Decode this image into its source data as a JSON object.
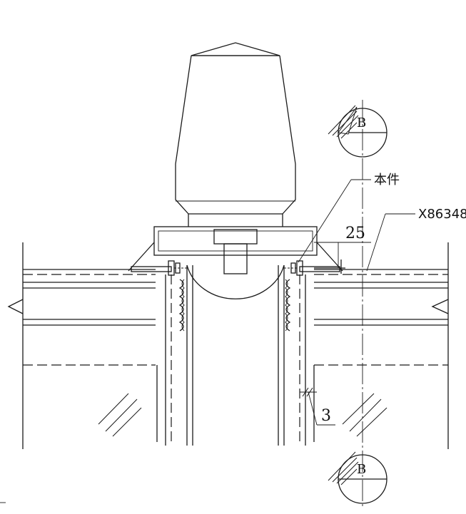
{
  "labels": {
    "part_label": "本件",
    "part_number": "X86348",
    "dim_top": "25",
    "dim_side": "3",
    "section_top": "B",
    "section_bottom": "B"
  },
  "colors": {
    "line": "#1a1a1a",
    "background": "#ffffff"
  }
}
